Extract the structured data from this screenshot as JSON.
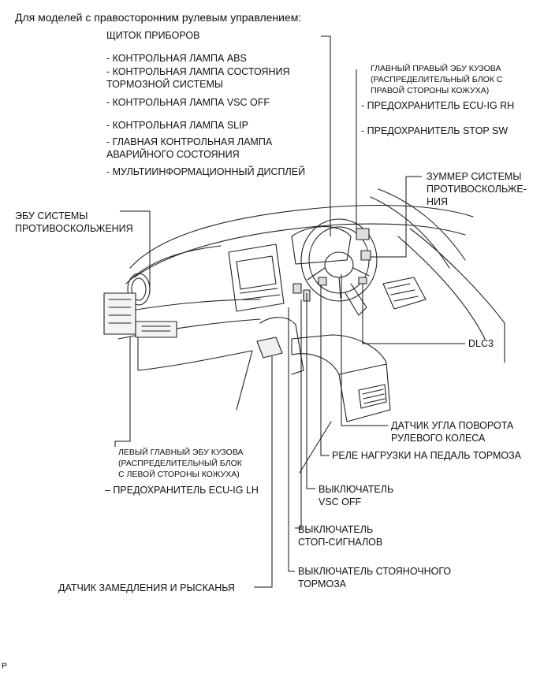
{
  "header": {
    "title": "Для моделей с правосторонним рулевым управлением:"
  },
  "labels": {
    "instrument_panel": "ЩИТОК ПРИБОРОВ",
    "abs_lamp": "- КОНТРОЛЬНАЯ ЛАМПА ABS",
    "brake_lamp_1": "- КОНТРОЛЬНАЯ ЛАМПА СОСТОЯНИЯ",
    "brake_lamp_2": "ТОРМОЗНОЙ СИСТЕМЫ",
    "vsc_off_lamp": "- КОНТРОЛЬНАЯ ЛАМПА VSC OFF",
    "slip_lamp": "- КОНТРОЛЬНАЯ ЛАМПА SLIP",
    "master_warning_1": "- ГЛАВНАЯ КОНТРОЛЬНАЯ ЛАМПА",
    "master_warning_2": "АВАРИЙНОГО СОСТОЯНИЯ",
    "multi_display": "- МУЛЬТИИНФОРМАЦИОННЫЙ ДИСПЛЕЙ",
    "main_body_ecu_rh_1": "ГЛАВНЫЙ ПРАВЫЙ ЭБУ КУЗОВА",
    "main_body_ecu_rh_2": "(РАСПРЕДЕЛИТЕЛЬНЫЙ БЛОК С",
    "main_body_ecu_rh_3": "ПРАВОЙ СТОРОНЫ КОЖУХА)",
    "fuse_ecu_ig_rh": "- ПРЕДОХРАНИТЕЛЬ ECU-IG RH",
    "fuse_stop_sw": "- ПРЕДОХРАНИТЕЛЬ STOP SW",
    "skid_buzzer_1": "ЗУММЕР СИСТЕМЫ",
    "skid_buzzer_2": "ПРОТИВОСКОЛЬЖЕ-",
    "skid_buzzer_3": "НИЯ",
    "skid_ecu_1": "ЭБУ СИСТЕМЫ",
    "skid_ecu_2": "ПРОТИВОСКОЛЬЖЕНИЯ",
    "dlc3": "DLC3",
    "steering_sensor_1": "ДАТЧИК УГЛА ПОВОРОТА",
    "steering_sensor_2": "РУЛЕВОГО КОЛЕСА",
    "brake_load_relay": "РЕЛЕ НАГРУЗКИ НА ПЕДАЛЬ ТОРМОЗА",
    "main_body_ecu_lh_1": "ЛЕВЫЙ ГЛАВНЫЙ ЭБУ КУЗОВА",
    "main_body_ecu_lh_2": "(РАСПРЕДЕЛИТЕЛЬНЫЙ БЛОК",
    "main_body_ecu_lh_3": "С ЛЕВОЙ СТОРОНЫ КОЖУХА)",
    "fuse_ecu_ig_lh": "– ПРЕДОХРАНИТЕЛЬ ECU-IG LH",
    "vsc_off_switch_1": "ВЫКЛЮЧАТЕЛЬ",
    "vsc_off_switch_2": "VSC OFF",
    "stop_light_switch_1": "ВЫКЛЮЧАТЕЛЬ",
    "stop_light_switch_2": "СТОП-СИГНАЛОВ",
    "yaw_sensor": "ДАТЧИК ЗАМЕДЛЕНИЯ И РЫСКАНЬЯ",
    "parking_brake_switch_1": "ВЫКЛЮЧАТЕЛЬ СТОЯНОЧНОГО",
    "parking_brake_switch_2": "ТОРМОЗА"
  },
  "footer": {
    "mark": "P"
  }
}
